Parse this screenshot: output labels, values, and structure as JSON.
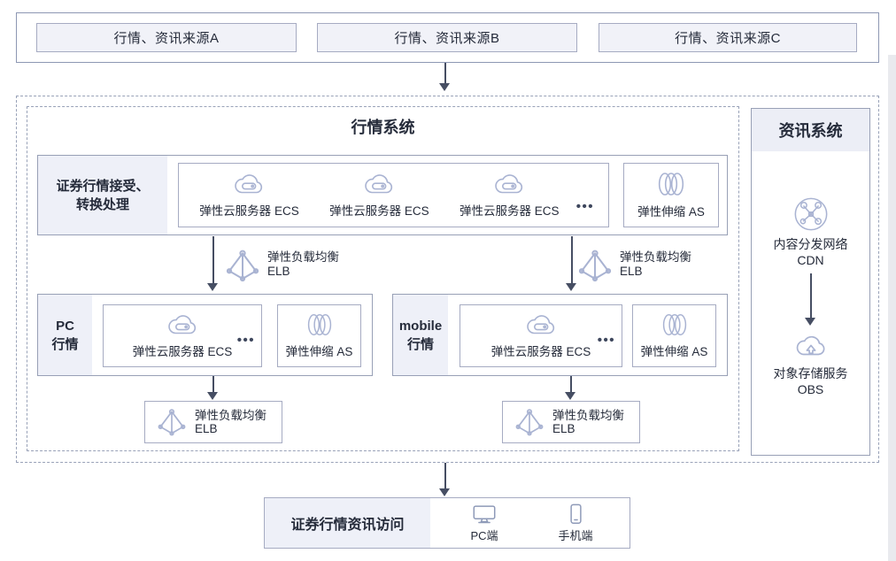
{
  "colors": {
    "text": "#252b3a",
    "arrow": "#464e63",
    "icon_stroke": "#a9b3d2",
    "device_icon_stroke": "#8e9ab8",
    "source_box_fill": "#f1f2f8",
    "label_fill": "#eef0f8",
    "solid_border": "#98a0b6",
    "light_border": "#a6abc2",
    "dashed_border": "#99a2b8"
  },
  "icons": {
    "ecs": "cloud-server-icon",
    "as": "wave-loops-icon",
    "elb": "pyramid-icon",
    "cdn": "network-circle-icon",
    "obs": "cloud-upload-icon",
    "pc": "monitor-icon",
    "mobile": "phone-icon"
  },
  "sources": {
    "items": [
      "行情、资讯来源A",
      "行情、资讯来源B",
      "行情、资讯来源C"
    ]
  },
  "market_system": {
    "title": "行情系统",
    "ingest": {
      "label_line1": "证券行情接受、",
      "label_line2": "转换处理",
      "ecs_items": [
        "弹性云服务器 ECS",
        "弹性云服务器 ECS",
        "弹性云服务器 ECS"
      ],
      "ellipsis": "•••",
      "as_label": "弹性伸缩 AS"
    },
    "pc": {
      "label_line1": "PC",
      "label_line2": "行情",
      "ecs_label": "弹性云服务器 ECS",
      "ellipsis": "•••",
      "as_label": "弹性伸缩 AS"
    },
    "mobile": {
      "label_line1": "mobile",
      "label_line2": "行情",
      "ecs_label": "弹性云服务器 ECS",
      "ellipsis": "•••",
      "as_label": "弹性伸缩 AS"
    },
    "elb": {
      "line1": "弹性负载均衡",
      "line2": "ELB"
    }
  },
  "info_system": {
    "title": "资讯系统",
    "cdn_line1": "内容分发网络",
    "cdn_line2": "CDN",
    "obs_line1": "对象存储服务",
    "obs_line2": "OBS"
  },
  "access": {
    "label": "证券行情资讯访问",
    "pc_label": "PC端",
    "mobile_label": "手机端"
  }
}
